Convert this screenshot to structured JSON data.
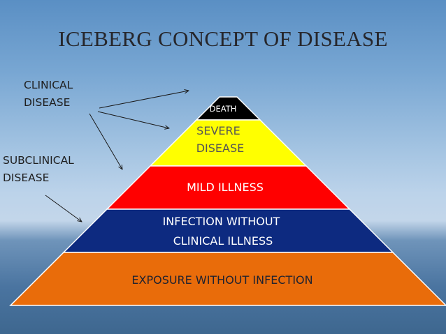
{
  "title": "ICEBERG CONCEPT OF DISEASE",
  "labels": {
    "clinical": [
      "CLINICAL",
      "DISEASE"
    ],
    "subclinical": [
      "SUBCLINICAL",
      "DISEASE"
    ]
  },
  "tiers": [
    {
      "id": "death",
      "lines": [
        "DEATH"
      ],
      "color": "#000000",
      "text_color": "#ffffff"
    },
    {
      "id": "severe",
      "lines": [
        "SEVERE",
        "DISEASE"
      ],
      "color": "#ffff00",
      "text_color": "#555555"
    },
    {
      "id": "mild",
      "lines": [
        "MILD ILLNESS"
      ],
      "color": "#ff0000",
      "text_color": "#ffffff"
    },
    {
      "id": "infection",
      "lines": [
        "INFECTION WITHOUT",
        "CLINICAL ILLNESS"
      ],
      "color": "#0d2a80",
      "text_color": "#ffffff"
    },
    {
      "id": "exposure",
      "lines": [
        "EXPOSURE WITHOUT INFECTION"
      ],
      "color": "#e96c0a",
      "text_color": "#1f2230"
    }
  ]
}
